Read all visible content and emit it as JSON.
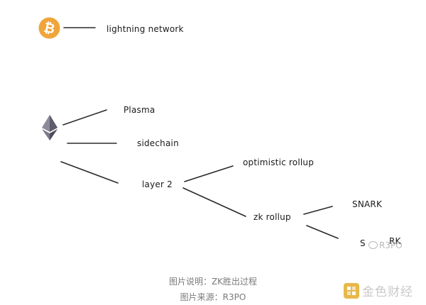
{
  "nodes": {
    "lightning": "lightning network",
    "plasma": "Plasma",
    "sidechain": "sidechain",
    "layer2": "layer 2",
    "optimistic": "optimistic rollup",
    "zk": "zk rollup",
    "snark": "SNARK",
    "stark_partial": "S",
    "stark_tail": "RK"
  },
  "icons": {
    "bitcoin": "bitcoin-icon",
    "ethereum": "ethereum-icon"
  },
  "captions": {
    "description": "图片说明：ZK胜出过程",
    "source": "图片来源：R3PO"
  },
  "watermarks": {
    "r3po": "R3PO",
    "brand": "金色财经"
  },
  "colors": {
    "bitcoin": "#f0a53a",
    "ethereum": "#6b6b7a",
    "brand": "#e7b84a",
    "caption": "#7a7a7a"
  }
}
